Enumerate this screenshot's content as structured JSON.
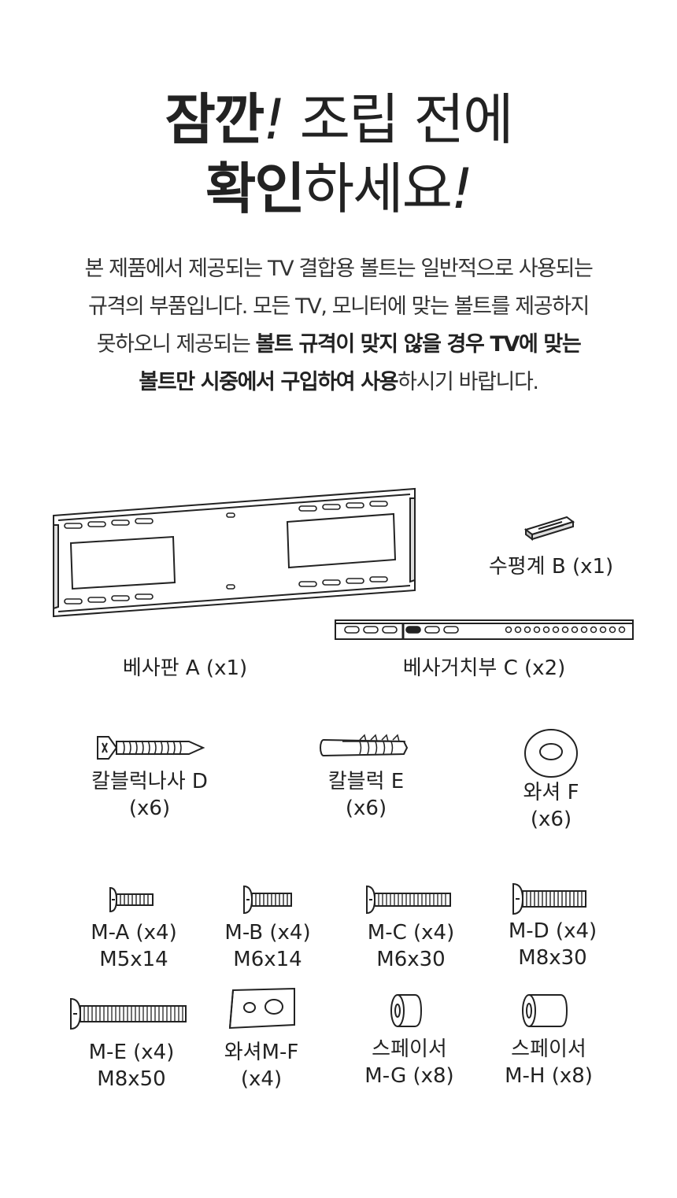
{
  "headline": {
    "line1_bold": "잠깐",
    "line1_excl": "!",
    "line1_light": " 조립 전에",
    "line2_bold": "확인",
    "line2_light": "하세요",
    "line2_excl": "!"
  },
  "intro": {
    "line1": "본 제품에서 제공되는 TV 결합용 볼트는 일반적으로 사용되는",
    "line2": "규격의 부품입니다. 모든 TV, 모니터에 맞는 볼트를 제공하지",
    "line3_plain": "못하오니 제공되는 ",
    "line3_bold": "볼트 규격이 맞지 않을 경우 TV에 맞는",
    "line4_bold": "볼트만 시중에서 구입하여 사용",
    "line4_plain": "하시기 바랍니다."
  },
  "parts": {
    "plate": {
      "name": "베사판 A (x1)",
      "icon": "wall-plate-icon"
    },
    "level": {
      "name": "수평계 B (x1)",
      "icon": "bubble-level-icon"
    },
    "arm": {
      "name": "베사거치부 C (x2)",
      "icon": "vesa-bracket-icon"
    },
    "anchor_screw": {
      "name": "칼블럭나사 D",
      "qty": "(x6)",
      "icon": "anchor-screw-icon"
    },
    "anchor": {
      "name": "칼블럭 E",
      "qty": "(x6)",
      "icon": "wall-anchor-icon"
    },
    "washer": {
      "name": "와셔 F",
      "qty": "(x6)",
      "icon": "washer-icon"
    },
    "ma": {
      "name": "M-A (x4)",
      "spec": "M5x14",
      "icon": "bolt-icon"
    },
    "mb": {
      "name": "M-B (x4)",
      "spec": "M6x14",
      "icon": "bolt-icon"
    },
    "mc": {
      "name": "M-C (x4)",
      "spec": "M6x30",
      "icon": "bolt-icon"
    },
    "md": {
      "name": "M-D (x4)",
      "spec": "M8x30",
      "icon": "bolt-icon"
    },
    "me": {
      "name": "M-E (x4)",
      "spec": "M8x50",
      "icon": "bolt-icon"
    },
    "mf": {
      "name": "와셔M-F",
      "spec": "(x4)",
      "icon": "square-washer-icon"
    },
    "mg": {
      "name": "스페이서",
      "spec": "M-G (x8)",
      "icon": "spacer-icon"
    },
    "mh": {
      "name": "스페이서",
      "spec": "M-H (x8)",
      "icon": "spacer-icon"
    }
  }
}
